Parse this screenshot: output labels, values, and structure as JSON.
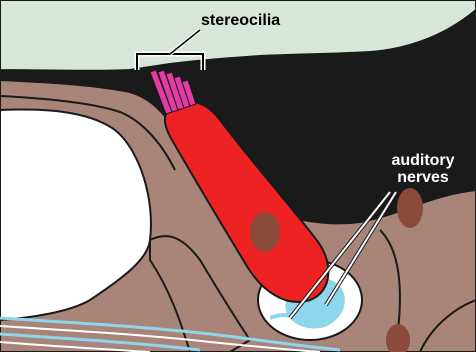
{
  "diagram": {
    "labels": {
      "stereocilia": "stereocilia",
      "auditory_line1": "auditory",
      "auditory_line2": "nerves"
    },
    "colors": {
      "tectorial_membrane": "#d6e6d8",
      "dark_background": "#1a1a1a",
      "tissue_brown": "#a98478",
      "tissue_outline": "#1a1a1a",
      "hair_cell": "#ee2222",
      "nucleus": "#8b4a3a",
      "stereocilia": "#e63aa6",
      "nerve_fluid": "#8ed6ec",
      "nerve_outline": "#ffffff",
      "fluid_white": "#ffffff"
    },
    "icons": [
      "stereocilia-bracket-icon",
      "leader-line-icon"
    ]
  }
}
